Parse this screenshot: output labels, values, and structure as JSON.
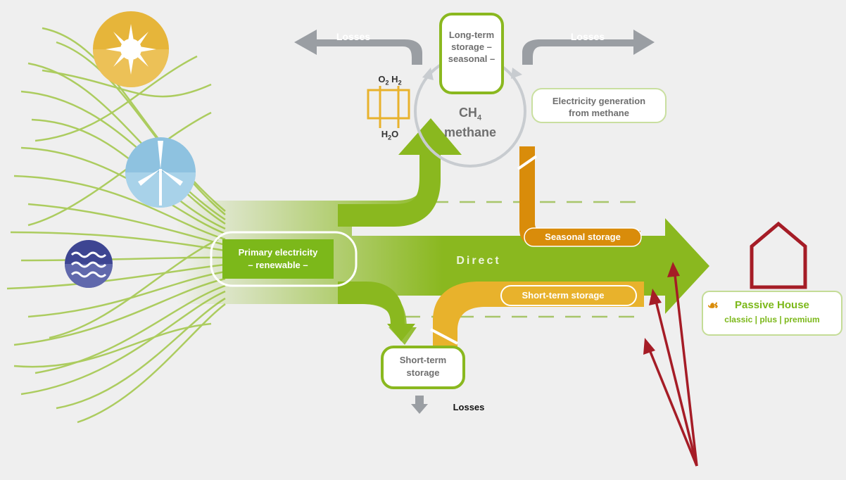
{
  "sources": {
    "sun_icon": "sun-icon",
    "wind_icon": "wind-turbine-icon",
    "hydro_icon": "water-waves-icon"
  },
  "labels": {
    "losses_left": "Losses",
    "losses_right": "Losses",
    "losses_bottom": "Losses",
    "long_term_line1": "Long-term",
    "long_term_line2": "storage –",
    "long_term_line3": "seasonal –",
    "ch4": "CH",
    "ch4_sub": "4",
    "methane": "methane",
    "o2": "O",
    "o2_sub": "2",
    "h2": "H",
    "h2_sub": "2",
    "h2o_h": "H",
    "h2o_sub": "2",
    "h2o_o": "O",
    "electricity_gen_line1": "Electricity generation",
    "electricity_gen_line2": "from methane",
    "primary_line1": "Primary electricity",
    "primary_line2": "– renewable –",
    "direct": "Direct",
    "seasonal_storage": "Seasonal storage",
    "short_term_storage_band": "Short-term storage",
    "short_term_box_line1": "Short-term",
    "short_term_box_line2": "storage"
  },
  "passive_house": {
    "name": "Passive House",
    "tiers": "classic | plus | premium"
  },
  "colors": {
    "green": "#8ab81f",
    "orange": "#d98c0a",
    "yellow": "#e8b22c",
    "grey_arrow": "#9a9ea3",
    "red": "#a51c26"
  }
}
